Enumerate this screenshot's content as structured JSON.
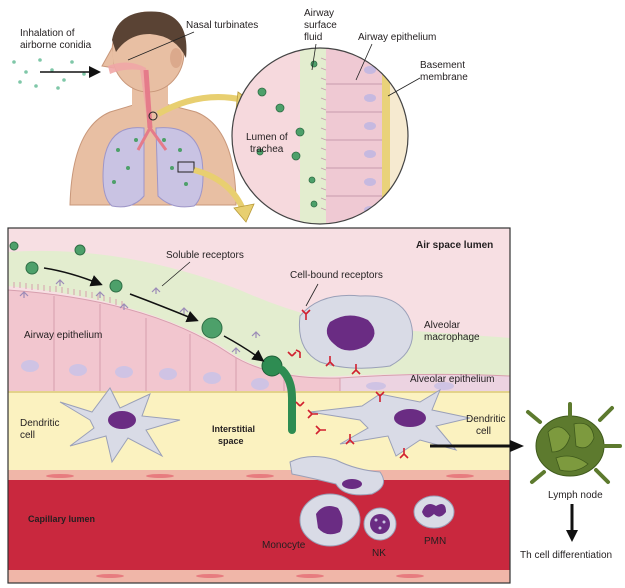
{
  "labels": {
    "inhalation_line1": "Inhalation of",
    "inhalation_line2": "airborne conidia",
    "nasal_turbinates": "Nasal turbinates",
    "airway_fluid_line1": "Airway",
    "airway_fluid_line2": "surface",
    "airway_fluid_line3": "fluid",
    "airway_epithelium_top": "Airway epithelium",
    "basement_line1": "Basement",
    "basement_line2": "membrane",
    "lumen_line1": "Lumen of",
    "lumen_line2": "trachea",
    "air_space_lumen": "Air space lumen",
    "soluble_receptors": "Soluble receptors",
    "cell_bound_receptors": "Cell-bound receptors",
    "airway_epithelium_main": "Airway epithelium",
    "alveolar_line1": "Alveolar",
    "alveolar_line2": "macrophage",
    "alveolar_epithelium": "Alveolar epithelium",
    "dendritic_left_line1": "Dendritic",
    "dendritic_left_line2": "cell",
    "interstitial_line1": "Interstitial",
    "interstitial_line2": "space",
    "dendritic_right_line1": "Dendritic",
    "dendritic_right_line2": "cell",
    "capillary_lumen": "Capillary lumen",
    "monocyte": "Monocyte",
    "nk": "NK",
    "pmn": "PMN",
    "lymph_node": "Lymph node",
    "th_cell": "Th cell differentiation"
  },
  "colors": {
    "skin": "#e8bfa3",
    "hair": "#5a4334",
    "lung": "#c9c3e3",
    "airway_pink": "#f6d9dd",
    "fluid_green": "#e3edcf",
    "spore_green": "#4da06a",
    "interstitial_yellow": "#fbf2c0",
    "capillary_red": "#c9283e",
    "nucleus_purple": "#6a2c83",
    "cell_gray": "#d9dbe6",
    "lymph_green": "#5d7a2e",
    "receptor_red": "#d1202f"
  }
}
